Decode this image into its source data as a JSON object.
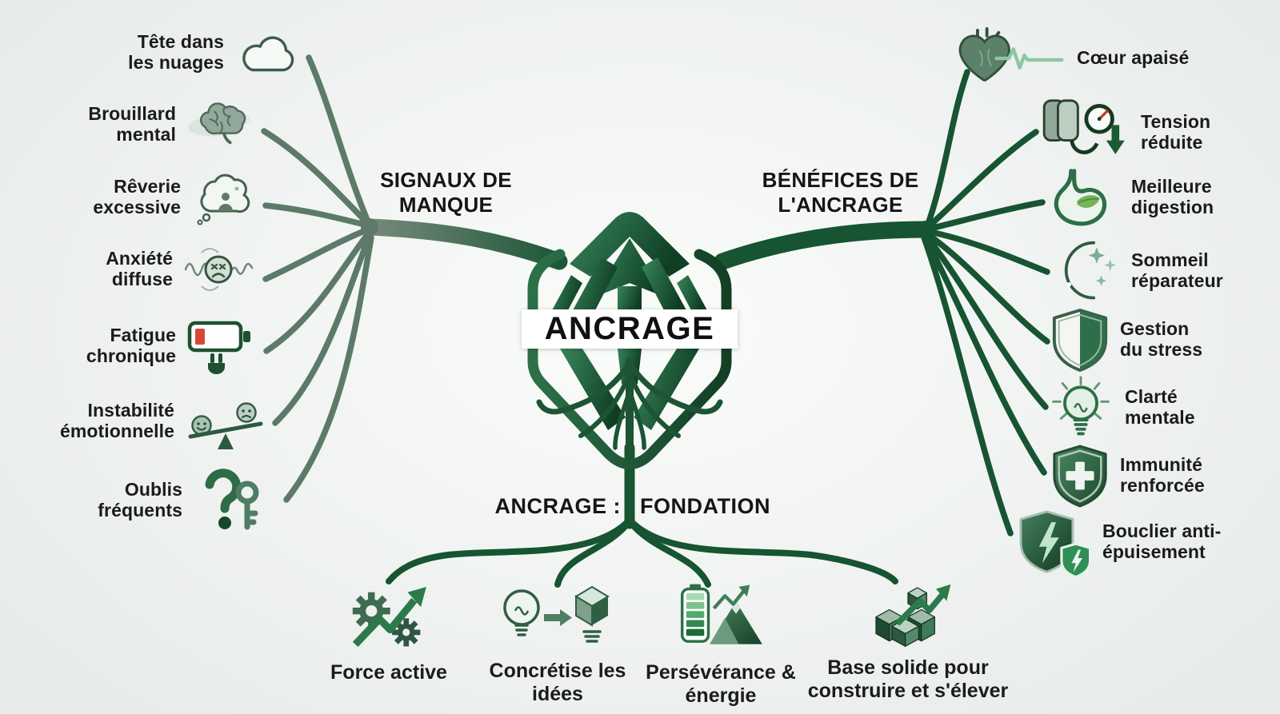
{
  "center": {
    "logo_text": "ANCRAGE"
  },
  "left_branch": {
    "title": "SIGNAUX DE MANQUE",
    "items": [
      {
        "label": "Tête dans les nuages",
        "icon": "cloud-icon"
      },
      {
        "label": "Brouillard mental",
        "icon": "brain-fog-icon"
      },
      {
        "label": "Rêverie excessive",
        "icon": "daydream-bubble-icon"
      },
      {
        "label": "Anxiété diffuse",
        "icon": "anxious-face-icon"
      },
      {
        "label": "Fatigue chronique",
        "icon": "low-battery-icon"
      },
      {
        "label": "Instabilité émotionnelle",
        "icon": "emotion-seesaw-icon"
      },
      {
        "label": "Oublis fréquents",
        "icon": "question-key-icon"
      }
    ]
  },
  "right_branch": {
    "title": "BÉNÉFICES DE L'ANCRAGE",
    "items": [
      {
        "label": "Cœur apaisé",
        "icon": "heart-ecg-icon"
      },
      {
        "label": "Tension réduite",
        "icon": "blood-pressure-icon"
      },
      {
        "label": "Meilleure digestion",
        "icon": "stomach-leaf-icon"
      },
      {
        "label": "Sommeil réparateur",
        "icon": "moon-stars-icon"
      },
      {
        "label": "Gestion du stress",
        "icon": "shield-half-icon"
      },
      {
        "label": "Clarté mentale",
        "icon": "lightbulb-rays-icon"
      },
      {
        "label": "Immunité renforcée",
        "icon": "shield-cross-icon"
      },
      {
        "label": "Bouclier anti-épuisement",
        "icon": "shield-bolt-icon"
      }
    ]
  },
  "bottom_branch": {
    "title_left": "ANCRAGE :",
    "title_right": "FONDATION",
    "items": [
      {
        "label": "Force active",
        "icon": "gears-arrow-icon"
      },
      {
        "label": "Concrétise les idées",
        "icon": "bulb-to-cube-icon"
      },
      {
        "label": "Persévérance & énergie",
        "icon": "battery-mountain-icon"
      },
      {
        "label": "Base solide pour construire et s'élever",
        "icon": "cubes-arrow-icon"
      }
    ]
  },
  "palette": {
    "line_left": "#5d7a69",
    "line_right": "#175431",
    "logo_light": "#38865c",
    "logo_dark": "#0f3e23",
    "alert_red": "#d84836",
    "text": "#1b1b1b",
    "background": "#eef1ef"
  }
}
